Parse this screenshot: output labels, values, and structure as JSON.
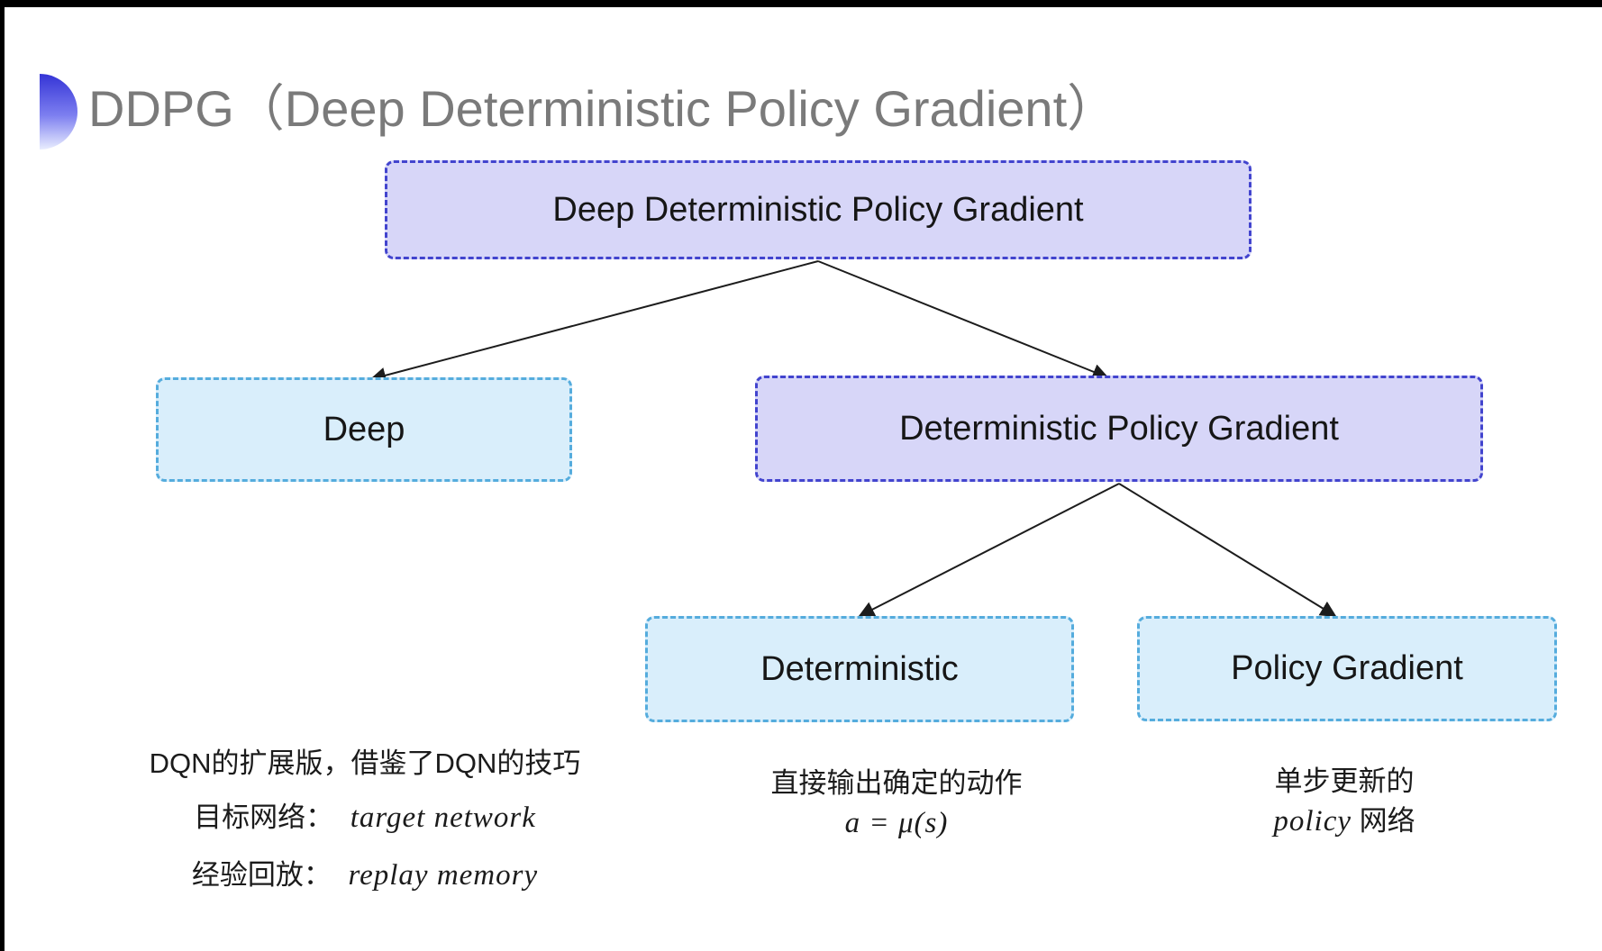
{
  "header": {
    "title": "DDPG（Deep Deterministic Policy Gradient）"
  },
  "diagram": {
    "nodes": {
      "root": {
        "label": "Deep Deterministic Policy Gradient",
        "style": "purple"
      },
      "deep": {
        "label": "Deep",
        "style": "cyan"
      },
      "dpg": {
        "label": "Deterministic Policy Gradient",
        "style": "purple"
      },
      "deterministic": {
        "label": "Deterministic",
        "style": "cyan"
      },
      "policy_gradient": {
        "label": "Policy Gradient",
        "style": "cyan"
      }
    },
    "edges": [
      {
        "from": "root",
        "to": "deep"
      },
      {
        "from": "root",
        "to": "dpg"
      },
      {
        "from": "dpg",
        "to": "deterministic"
      },
      {
        "from": "dpg",
        "to": "policy_gradient"
      }
    ]
  },
  "notes": {
    "deep": {
      "line1": "DQN的扩展版，借鉴了DQN的技巧",
      "line2_label": "目标网络：",
      "line2_value": "target network",
      "line3_label": "经验回放：",
      "line3_value": "replay memory"
    },
    "deterministic": {
      "line1": "直接输出确定的动作",
      "formula": "a = μ(s)"
    },
    "policy_gradient": {
      "line1": "单步更新的",
      "line2_italic": "policy",
      "line2_rest": " 网络"
    }
  },
  "colors": {
    "purple_fill": "#d7d6f8",
    "purple_border": "#4244ce",
    "cyan_fill": "#d9eefb",
    "cyan_border": "#55acdd",
    "title_gray": "#7a7a7a",
    "arrow_black": "#1c1c1c",
    "bullet_gradient_top": "#3434d6",
    "bullet_gradient_bottom": "#e9edfe"
  }
}
